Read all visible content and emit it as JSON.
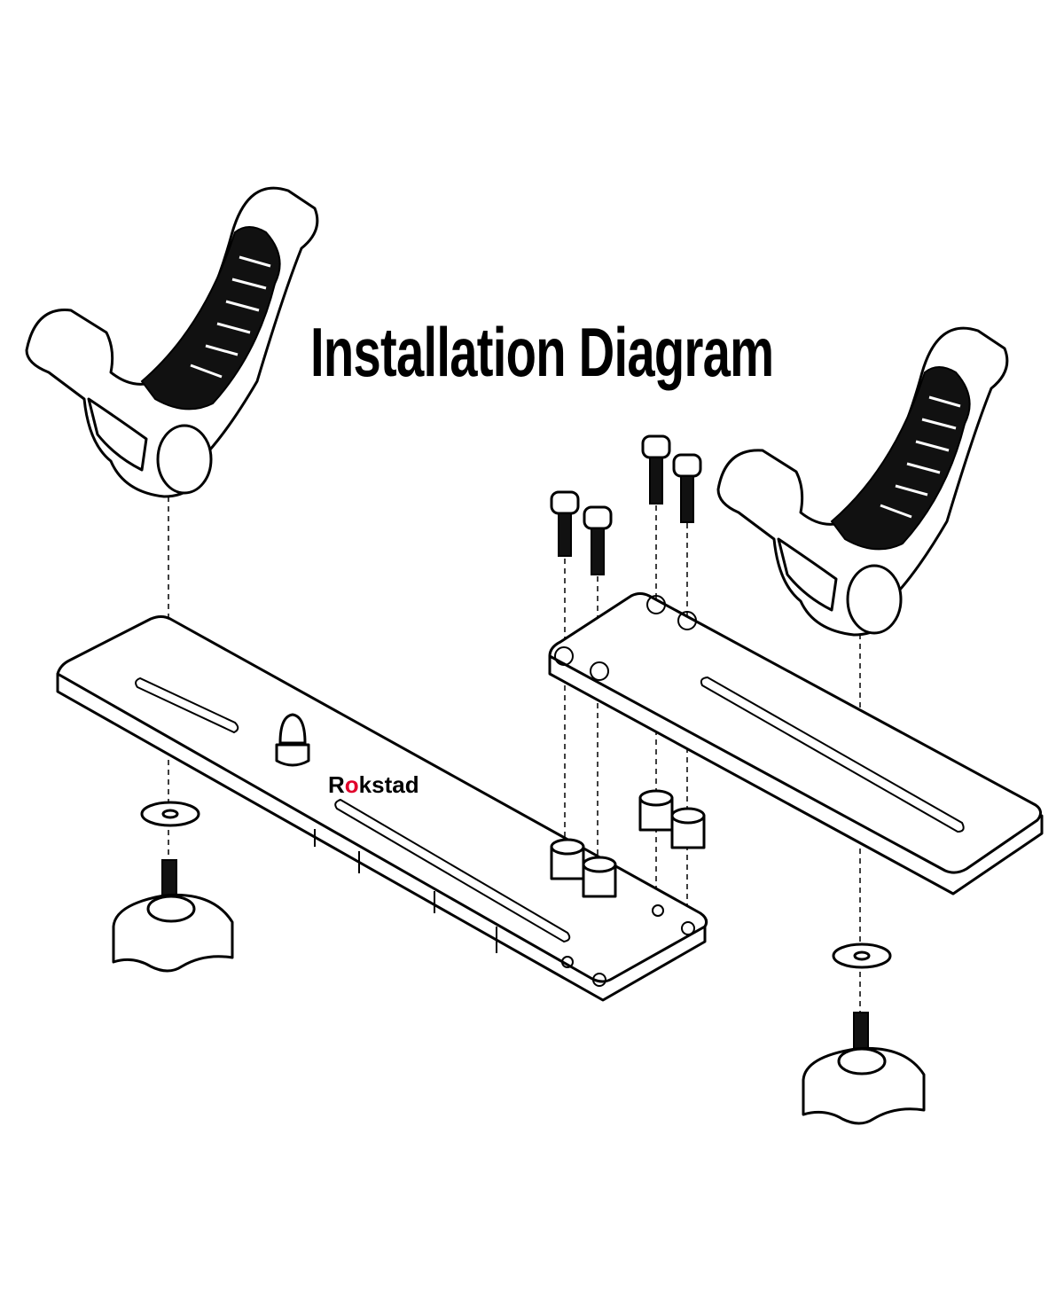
{
  "title": "Installation Diagram",
  "logo": {
    "text": "Rokstad",
    "accent_color": "#e0002a"
  },
  "parts": [
    "cradle",
    "cradle",
    "mounting-plate",
    "mounting-plate",
    "socket-cap-bolt",
    "socket-cap-bolt",
    "socket-cap-bolt",
    "socket-cap-bolt",
    "spacer",
    "spacer",
    "spacer",
    "spacer",
    "washer",
    "washer",
    "star-knob",
    "star-knob",
    "acorn-nut"
  ]
}
